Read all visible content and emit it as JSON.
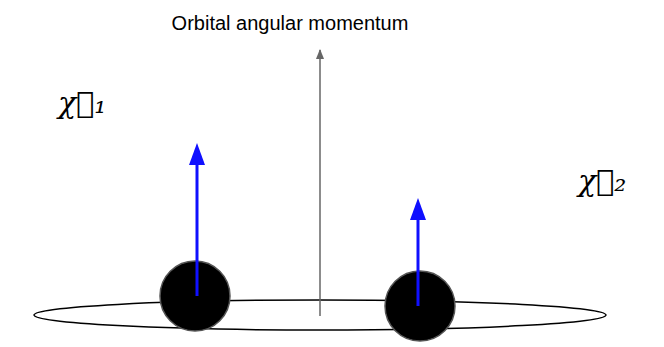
{
  "diagram": {
    "labels": [
      "Orbital angular momentum",
      "χ⃗₁",
      "χ⃗₂"
    ]
  }
}
